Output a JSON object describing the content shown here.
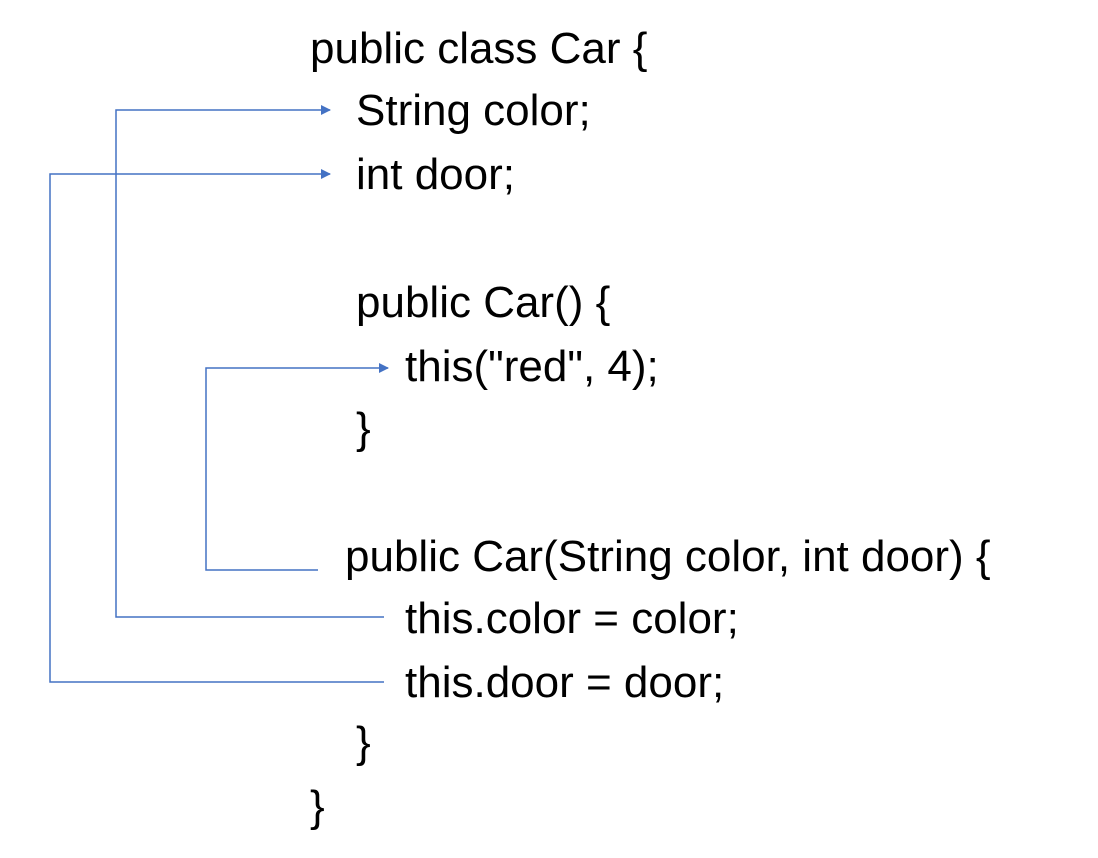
{
  "code": {
    "class_decl": "public class Car {",
    "field_color": "String color;",
    "field_door": "int door;",
    "ctor_default_decl": "public Car() {",
    "ctor_default_call": "this(\"red\", 4);",
    "ctor_default_close": "}",
    "ctor_param_decl": "public Car(String color, int door) {",
    "assign_color": "this.color = color;",
    "assign_door": "this.door = door;",
    "ctor_param_close": "}",
    "class_close": "}"
  },
  "colors": {
    "arrow": "#4472C4",
    "text": "#000000"
  }
}
